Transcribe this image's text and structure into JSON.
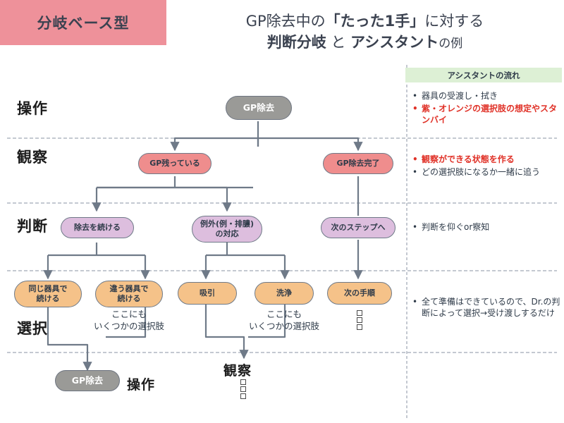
{
  "header": {
    "badge": "分岐ベース型",
    "title_line1_a": "GP除去中の",
    "title_line1_b": "「たった1手」",
    "title_line1_c": "に対する",
    "title_line2_a": "判断分岐",
    "title_line2_b": " と ",
    "title_line2_c": "アシスタント",
    "title_line2_d": "の例"
  },
  "row_labels": [
    {
      "id": "operation",
      "text": "操作"
    },
    {
      "id": "observation",
      "text": "観察"
    },
    {
      "id": "judgment",
      "text": "判断"
    },
    {
      "id": "selection",
      "text": "選択"
    }
  ],
  "nodes": {
    "gp_removal_top": "GP除去",
    "gp_remaining": "GP残っている",
    "gp_done": "GP除去完了",
    "continue_removal": "除去を続ける",
    "exception_l1": "例外(例・排膿)",
    "exception_l2": "の対応",
    "next_step": "次のステップへ",
    "same_tool_l1": "同じ器具で",
    "same_tool_l2": "続ける",
    "diff_tool_l1": "違う器具で",
    "diff_tool_l2": "続ける",
    "suction": "吸引",
    "irrigation": "洗浄",
    "next_procedure": "次の手順",
    "gp_removal_bottom": "GP除去"
  },
  "annotations": {
    "more_choices_a_l1": "ここにも",
    "more_choices_a_l2": "いくつかの選択肢",
    "more_choices_b_l1": "ここにも",
    "more_choices_b_l2": "いくつかの選択肢",
    "loop_operation": "操作",
    "loop_observation": "観察"
  },
  "panel": {
    "title": "アシスタントの流れ",
    "groups": [
      {
        "row": "operation",
        "items": [
          {
            "text": "器具の受渡し・拭き",
            "emphasis": false
          },
          {
            "text": "紫・オレンジの選択肢の想定やスタンバイ",
            "emphasis": true
          }
        ]
      },
      {
        "row": "observation",
        "items": [
          {
            "text": "観察ができる状態を作る",
            "emphasis": true
          },
          {
            "text": "どの選択肢になるか一緒に追う",
            "emphasis": false
          }
        ]
      },
      {
        "row": "judgment",
        "items": [
          {
            "text": "判断を仰ぐor察知",
            "emphasis": false
          }
        ]
      },
      {
        "row": "selection",
        "items": [
          {
            "text": "全て準備はできているので、Dr.の判断によって選択→受け渡しするだけ",
            "emphasis": false
          }
        ]
      }
    ]
  },
  "colors": {
    "badge_pink": "#ee919a",
    "node_pink": "#ef8d8d",
    "node_purple": "#ddbede",
    "node_orange": "#f5c289",
    "node_gray": "#9a9a97",
    "panel_green": "#ddf0d5",
    "emphasis_red": "#e03127",
    "connector": "#6f7a88",
    "divider": "#8a93a3"
  }
}
